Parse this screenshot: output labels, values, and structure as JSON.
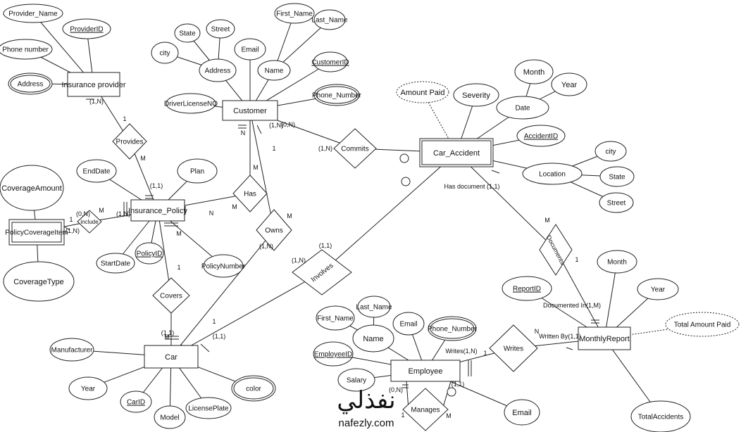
{
  "diagram": {
    "nodes": [
      {
        "id": "insurance_provider",
        "kind": "entity",
        "label": "Insurance provider"
      },
      {
        "id": "provider_name",
        "kind": "attr",
        "label": "Provider_Name"
      },
      {
        "id": "provider_id",
        "kind": "attr",
        "label": "ProviderID",
        "key": true
      },
      {
        "id": "phone_number_prov",
        "kind": "attr",
        "label": "Phone number"
      },
      {
        "id": "address_prov",
        "kind": "attr",
        "label": "Address",
        "multi": true
      },
      {
        "id": "customer",
        "kind": "entity",
        "label": "Customer"
      },
      {
        "id": "first_name",
        "kind": "attr",
        "label": "First_Name"
      },
      {
        "id": "last_name",
        "kind": "attr",
        "label": "Last_Name"
      },
      {
        "id": "email_cust",
        "kind": "attr",
        "label": "Email"
      },
      {
        "id": "name_cust",
        "kind": "attr",
        "label": "Name"
      },
      {
        "id": "customer_id",
        "kind": "attr",
        "label": "CustomerID",
        "key": true
      },
      {
        "id": "phone_number_cust",
        "kind": "attr",
        "label": "Phone_Number",
        "multi": true
      },
      {
        "id": "driver_license",
        "kind": "attr",
        "label": "DriverLicenseNO"
      },
      {
        "id": "address_cust",
        "kind": "attr",
        "label": "Address"
      },
      {
        "id": "state_cust",
        "kind": "attr",
        "label": "State"
      },
      {
        "id": "street_cust",
        "kind": "attr",
        "label": "Street"
      },
      {
        "id": "city_cust",
        "kind": "attr",
        "label": "city"
      },
      {
        "id": "car_accident",
        "kind": "entity",
        "label": "Car_Accident"
      },
      {
        "id": "amount_paid",
        "kind": "attr",
        "label": "Amount Paid",
        "derived": true
      },
      {
        "id": "severity",
        "kind": "attr",
        "label": "Severity"
      },
      {
        "id": "date",
        "kind": "attr",
        "label": "Date"
      },
      {
        "id": "month_acc",
        "kind": "attr",
        "label": "Month"
      },
      {
        "id": "year_acc",
        "kind": "attr",
        "label": "Year"
      },
      {
        "id": "accident_id",
        "kind": "attr",
        "label": "AccidentID",
        "key": true
      },
      {
        "id": "location",
        "kind": "attr",
        "label": "Location"
      },
      {
        "id": "city_loc",
        "kind": "attr",
        "label": "city"
      },
      {
        "id": "state_loc",
        "kind": "attr",
        "label": "State"
      },
      {
        "id": "street_loc",
        "kind": "attr",
        "label": "Street"
      },
      {
        "id": "insurance_policy",
        "kind": "entity",
        "label": "Insurance_Policy"
      },
      {
        "id": "end_date",
        "kind": "attr",
        "label": "EndDate"
      },
      {
        "id": "plan",
        "kind": "attr",
        "label": "Plan"
      },
      {
        "id": "start_date",
        "kind": "attr",
        "label": "StartDate"
      },
      {
        "id": "policy_id",
        "kind": "attr",
        "label": "PolicyID",
        "key": true
      },
      {
        "id": "policy_number",
        "kind": "attr",
        "label": "PolicyNumber"
      },
      {
        "id": "coverage_amount",
        "kind": "attr",
        "label": "CoverageAmount"
      },
      {
        "id": "policy_coverage_item",
        "kind": "weak",
        "label": "PolicyCoverageItem"
      },
      {
        "id": "coverage_type",
        "kind": "attr",
        "label": "CoverageType"
      },
      {
        "id": "car",
        "kind": "entity",
        "label": "Car"
      },
      {
        "id": "manufacturer",
        "kind": "attr",
        "label": "Manufacturer"
      },
      {
        "id": "year_car",
        "kind": "attr",
        "label": "Year"
      },
      {
        "id": "car_id",
        "kind": "attr",
        "label": "CarID",
        "key": true
      },
      {
        "id": "model",
        "kind": "attr",
        "label": "Model"
      },
      {
        "id": "license_plate",
        "kind": "attr",
        "label": "LicensePlate"
      },
      {
        "id": "color",
        "kind": "attr",
        "label": "color",
        "multi": true
      },
      {
        "id": "employee",
        "kind": "entity",
        "label": "Employee"
      },
      {
        "id": "first_name_emp",
        "kind": "attr",
        "label": "First_Name"
      },
      {
        "id": "last_name_emp",
        "kind": "attr",
        "label": "Last_Name"
      },
      {
        "id": "name_emp",
        "kind": "attr",
        "label": "Name"
      },
      {
        "id": "email_emp_top",
        "kind": "attr",
        "label": "Email"
      },
      {
        "id": "phone_number_emp",
        "kind": "attr",
        "label": "Phone_Number",
        "multi": true
      },
      {
        "id": "employee_id",
        "kind": "attr",
        "label": "EmployeeID",
        "key": true
      },
      {
        "id": "salary",
        "kind": "attr",
        "label": "Salary"
      },
      {
        "id": "email_emp",
        "kind": "attr",
        "label": "Email"
      },
      {
        "id": "monthly_report",
        "kind": "entity",
        "label": "MonthlyReport"
      },
      {
        "id": "report_id",
        "kind": "attr",
        "label": "ReportID",
        "key": true
      },
      {
        "id": "month_rep",
        "kind": "attr",
        "label": "Month"
      },
      {
        "id": "year_rep",
        "kind": "attr",
        "label": "Year"
      },
      {
        "id": "total_amount_paid",
        "kind": "attr",
        "label": "Total Amount Paid",
        "derived": true
      },
      {
        "id": "total_accidents",
        "kind": "attr",
        "label": "TotalAccidents"
      },
      {
        "id": "rel_provides",
        "kind": "rel",
        "label": "Provides"
      },
      {
        "id": "rel_has",
        "kind": "rel",
        "label": "Has"
      },
      {
        "id": "rel_owns",
        "kind": "rel",
        "label": "Owns"
      },
      {
        "id": "rel_commits",
        "kind": "rel",
        "label": "Commits"
      },
      {
        "id": "rel_covers",
        "kind": "rel",
        "label": "Covers"
      },
      {
        "id": "rel_include",
        "kind": "rel",
        "label": "include"
      },
      {
        "id": "rel_involves",
        "kind": "rel",
        "label": "Involves"
      },
      {
        "id": "rel_documents",
        "kind": "rel",
        "label": "Documents"
      },
      {
        "id": "rel_writes",
        "kind": "rel",
        "label": "Writes"
      },
      {
        "id": "rel_manages",
        "kind": "rel",
        "label": "Manages"
      }
    ],
    "edges": [
      {
        "from": "insurance_provider",
        "to": "provider_name"
      },
      {
        "from": "insurance_provider",
        "to": "provider_id"
      },
      {
        "from": "insurance_provider",
        "to": "phone_number_prov"
      },
      {
        "from": "insurance_provider",
        "to": "address_prov"
      },
      {
        "from": "insurance_provider",
        "to": "rel_provides"
      },
      {
        "from": "rel_provides",
        "to": "insurance_policy"
      },
      {
        "from": "customer",
        "to": "name_cust"
      },
      {
        "from": "name_cust",
        "to": "first_name"
      },
      {
        "from": "name_cust",
        "to": "last_name"
      },
      {
        "from": "customer",
        "to": "email_cust"
      },
      {
        "from": "customer",
        "to": "customer_id"
      },
      {
        "from": "customer",
        "to": "phone_number_cust"
      },
      {
        "from": "customer",
        "to": "driver_license"
      },
      {
        "from": "customer",
        "to": "address_cust"
      },
      {
        "from": "address_cust",
        "to": "state_cust"
      },
      {
        "from": "address_cust",
        "to": "street_cust"
      },
      {
        "from": "address_cust",
        "to": "city_cust"
      },
      {
        "from": "customer",
        "to": "rel_has"
      },
      {
        "from": "rel_has",
        "to": "insurance_policy"
      },
      {
        "from": "customer",
        "to": "rel_owns"
      },
      {
        "from": "rel_owns",
        "to": "car"
      },
      {
        "from": "customer",
        "to": "rel_commits"
      },
      {
        "from": "rel_commits",
        "to": "car_accident"
      },
      {
        "from": "car_accident",
        "to": "amount_paid",
        "style": "dotted"
      },
      {
        "from": "car_accident",
        "to": "severity"
      },
      {
        "from": "car_accident",
        "to": "date"
      },
      {
        "from": "date",
        "to": "month_acc"
      },
      {
        "from": "date",
        "to": "year_acc"
      },
      {
        "from": "car_accident",
        "to": "accident_id"
      },
      {
        "from": "car_accident",
        "to": "location"
      },
      {
        "from": "location",
        "to": "city_loc"
      },
      {
        "from": "location",
        "to": "state_loc"
      },
      {
        "from": "location",
        "to": "street_loc"
      },
      {
        "from": "car_accident",
        "to": "rel_involves"
      },
      {
        "from": "rel_involves",
        "to": "car"
      },
      {
        "from": "car_accident",
        "to": "rel_documents"
      },
      {
        "from": "rel_documents",
        "to": "monthly_report"
      },
      {
        "from": "insurance_policy",
        "to": "end_date"
      },
      {
        "from": "insurance_policy",
        "to": "plan"
      },
      {
        "from": "insurance_policy",
        "to": "start_date"
      },
      {
        "from": "insurance_policy",
        "to": "policy_id"
      },
      {
        "from": "insurance_policy",
        "to": "policy_number"
      },
      {
        "from": "insurance_policy",
        "to": "rel_include"
      },
      {
        "from": "rel_include",
        "to": "policy_coverage_item"
      },
      {
        "from": "policy_coverage_item",
        "to": "coverage_amount"
      },
      {
        "from": "policy_coverage_item",
        "to": "coverage_type"
      },
      {
        "from": "insurance_policy",
        "to": "rel_covers"
      },
      {
        "from": "rel_covers",
        "to": "car"
      },
      {
        "from": "car",
        "to": "manufacturer"
      },
      {
        "from": "car",
        "to": "year_car"
      },
      {
        "from": "car",
        "to": "car_id"
      },
      {
        "from": "car",
        "to": "model"
      },
      {
        "from": "car",
        "to": "license_plate"
      },
      {
        "from": "car",
        "to": "color"
      },
      {
        "from": "employee",
        "to": "name_emp"
      },
      {
        "from": "name_emp",
        "to": "first_name_emp"
      },
      {
        "from": "name_emp",
        "to": "last_name_emp"
      },
      {
        "from": "employee",
        "to": "email_emp_top"
      },
      {
        "from": "employee",
        "to": "phone_number_emp"
      },
      {
        "from": "employee",
        "to": "employee_id"
      },
      {
        "from": "employee",
        "to": "salary"
      },
      {
        "from": "employee",
        "to": "email_emp"
      },
      {
        "from": "employee",
        "to": "rel_writes"
      },
      {
        "from": "rel_writes",
        "to": "monthly_report"
      },
      {
        "from": "employee",
        "to": "rel_manages"
      },
      {
        "from": "rel_manages",
        "to": "employee"
      },
      {
        "from": "monthly_report",
        "to": "report_id"
      },
      {
        "from": "monthly_report",
        "to": "month_rep"
      },
      {
        "from": "monthly_report",
        "to": "year_rep"
      },
      {
        "from": "monthly_report",
        "to": "total_amount_paid",
        "style": "dotted"
      },
      {
        "from": "monthly_report",
        "to": "total_accidents"
      }
    ],
    "cardinality_labels": [
      "(1,N)",
      "1",
      "M",
      "(1,1)",
      "(1,N)",
      "(0,N)",
      "1",
      "M",
      "(1,N)",
      "N",
      "(1,N)",
      "M",
      "N",
      "M",
      "(1,N)",
      "(1,1)",
      "M",
      "1",
      "(1,N)",
      "(1,1)",
      "1",
      "M",
      "(1,1)",
      "M",
      "(0,N)",
      "(1,N)",
      "1",
      "Has document (1,1)",
      "M",
      "1",
      "Documented In(1,M)",
      "N",
      "Written By(1,1)",
      "Writes(1,N)",
      "1",
      "(0,N)",
      "1",
      "(1,1)",
      "M"
    ],
    "watermark": {
      "script": "نفذلي",
      "url": "nafezly.com"
    }
  }
}
